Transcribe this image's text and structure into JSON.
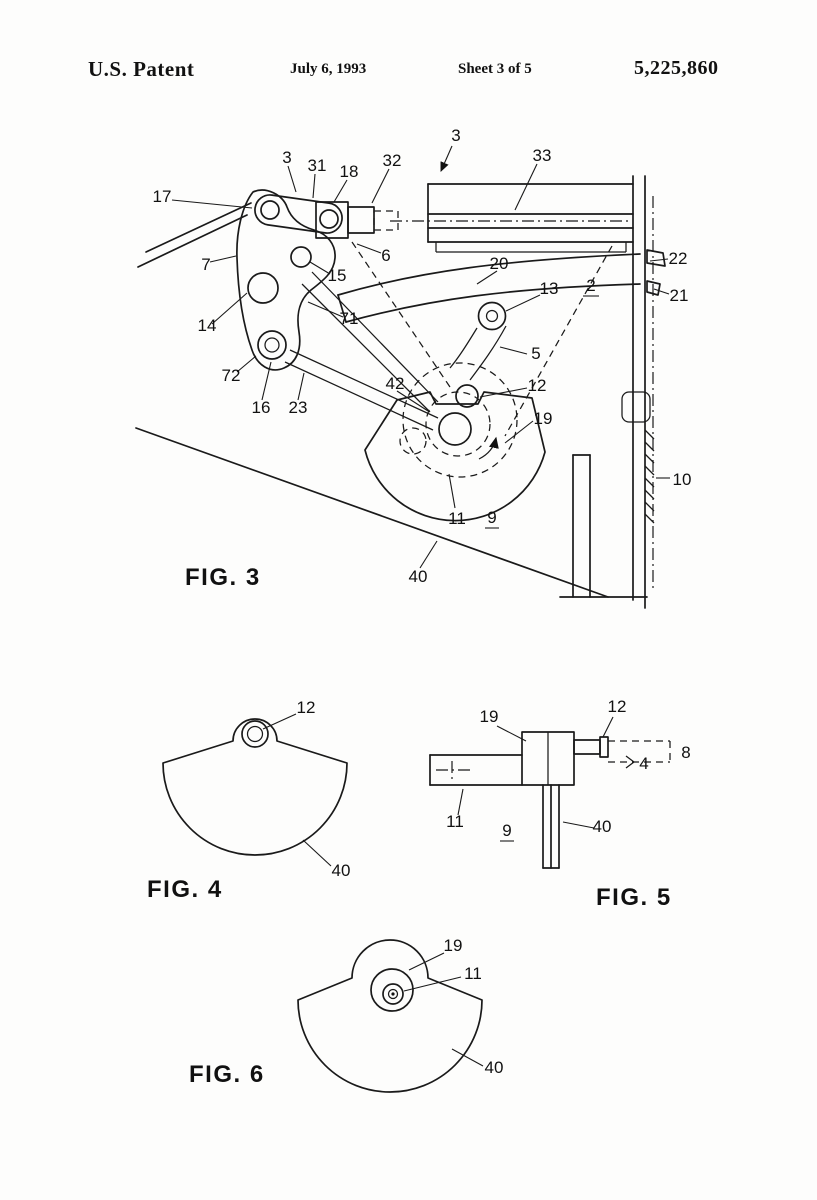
{
  "header": {
    "title": "U.S. Patent",
    "date": "July 6, 1993",
    "sheet": "Sheet 3 of 5",
    "patent_number": "5,225,860"
  },
  "figures": {
    "fig3": {
      "caption": "FIG. 3",
      "labels": [
        "17",
        "3",
        "31",
        "18",
        "32",
        "3",
        "33",
        "22",
        "21",
        "7",
        "15",
        "6",
        "20",
        "13",
        "2",
        "14",
        "71",
        "5",
        "72",
        "16",
        "23",
        "42",
        "12",
        "19",
        "11",
        "9",
        "40",
        "10"
      ]
    },
    "fig4": {
      "caption": "FIG. 4",
      "labels": [
        "12",
        "40"
      ]
    },
    "fig5": {
      "caption": "FIG. 5",
      "labels": [
        "12",
        "19",
        "8",
        "4",
        "11",
        "9",
        "40"
      ]
    },
    "fig6": {
      "caption": "FIG. 6",
      "labels": [
        "19",
        "11",
        "40"
      ]
    }
  }
}
